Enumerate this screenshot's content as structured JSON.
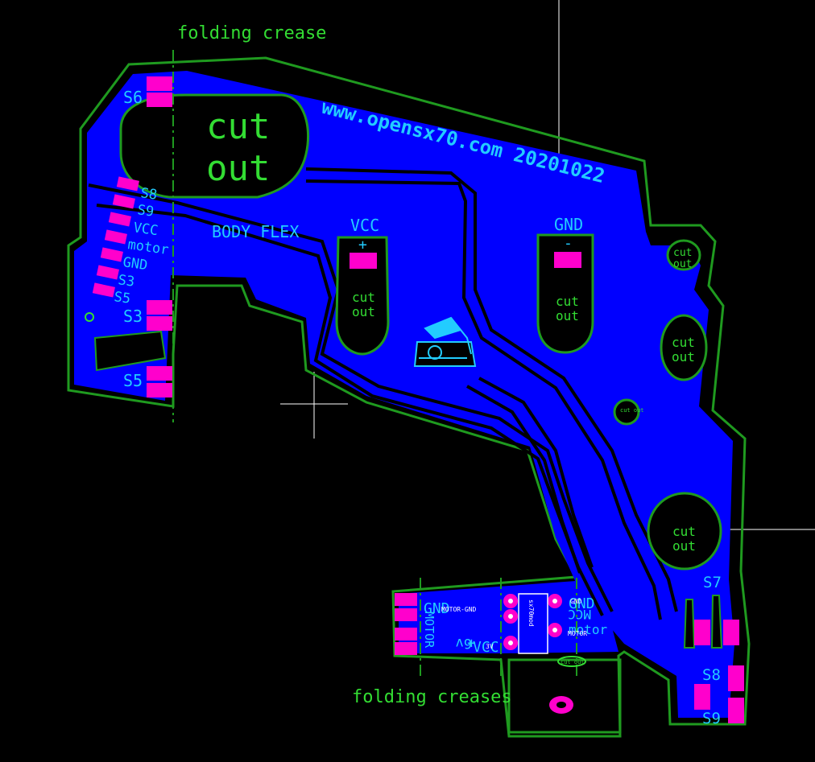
{
  "colors": {
    "background": "#000000",
    "copper": "#0000ff",
    "outline": "#1f9a1f",
    "pad": "#ff00cc",
    "silk_cyan": "#22ccff",
    "silk_green": "#33dd33",
    "crosshair": "#ffffff"
  },
  "texts": {
    "folding_crease": "folding crease",
    "folding_creases": "folding creases",
    "cut_out_big_1": "cut",
    "cut_out_big_2": "out",
    "website": "www.opensx70.com 20201022",
    "body_flex": "BODY FLEX",
    "vcc": "VCC",
    "vcc_sign": "+",
    "gnd": "GND",
    "gnd_sign": "-",
    "cut_small_1": "cut",
    "cut_small_2": "out",
    "s6": "S6",
    "s8": "S8",
    "s9": "S9",
    "vcc_pin": "VCC",
    "motor_pin": "motor",
    "gnd_pin": "GND",
    "s3_pin": "S3",
    "s5_pin": "S5",
    "s3": "S3",
    "s5": "S5",
    "s7": "S7",
    "s8_bottom": "S8",
    "s9_bottom": "S9",
    "gnd_bottom_left": "GND",
    "motor_mirrored": "MOTOR",
    "six_v": "6v",
    "plus": "+",
    "vcc_bottom": "VCC",
    "gnd_bottom_right": "GND",
    "motor_bottom_right": "motor",
    "mcc_mirrored": "MCC",
    "motor_gnd_tiny": "MOTOR-GND",
    "chip_tiny": "sx70mod",
    "v3_tiny": "3V",
    "gnd_tiny": "GND",
    "motor_tiny": "MOTOR",
    "cut_out_tiny": "cut out"
  }
}
